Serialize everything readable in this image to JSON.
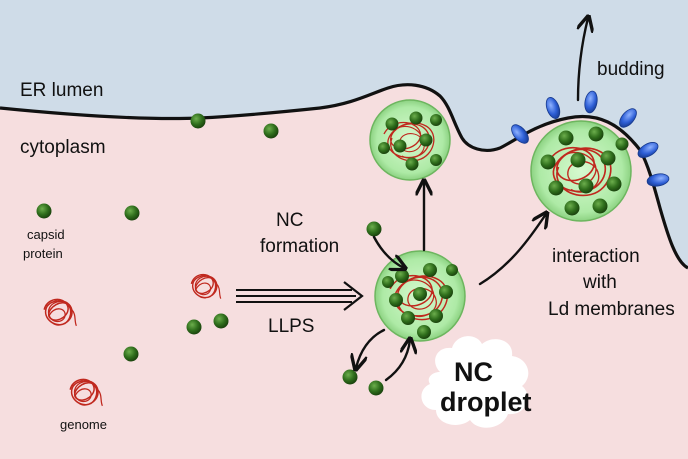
{
  "labels": {
    "er_lumen": "ER lumen",
    "cytoplasm": "cytoplasm",
    "budding": "budding",
    "capsid_protein_line1": "capsid",
    "capsid_protein_line2": "protein",
    "genome": "genome",
    "nc_formation_line1": "NC",
    "nc_formation_line2": "formation",
    "llps": "LLPS",
    "interaction_line1": "interaction",
    "interaction_line2": "with",
    "interaction_line3": "Ld membranes",
    "nc_droplet_line1": "NC",
    "nc_droplet_line2": "droplet"
  },
  "colors": {
    "er_lumen": "#cfdce8",
    "cytoplasm": "#f6dedf",
    "membrane": "#111111",
    "capsid": "#2f6e1c",
    "droplet_fill": "#b6efb0",
    "genome": "#c0281e",
    "membrane_protein": "#2e5fd6"
  }
}
